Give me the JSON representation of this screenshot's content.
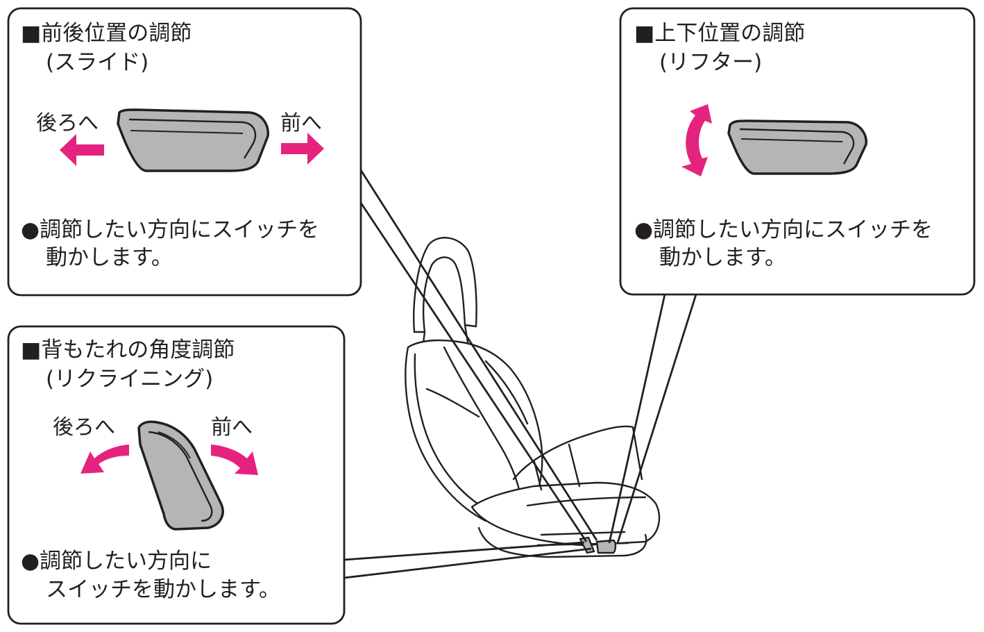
{
  "colors": {
    "arrow": "#e5237e",
    "switch_fill": "#b5b5b5",
    "outline": "#231f20",
    "background": "#ffffff"
  },
  "panel_slide": {
    "title": "■前後位置の調節",
    "subtitle": "(スライド)",
    "back_label": "後ろへ",
    "forward_label": "前へ",
    "note_line1": "●調節したい方向にスイッチを",
    "note_line2": "動かします。"
  },
  "panel_lifter": {
    "title": "■上下位置の調節",
    "subtitle": "(リフター)",
    "note_line1": "●調節したい方向にスイッチを",
    "note_line2": "動かします。"
  },
  "panel_recline": {
    "title": "■背もたれの角度調節",
    "subtitle": "(リクライニング)",
    "back_label": "後ろへ",
    "forward_label": "前へ",
    "note_line1": "●調節したい方向に",
    "note_line2": "スイッチを動かします。"
  }
}
